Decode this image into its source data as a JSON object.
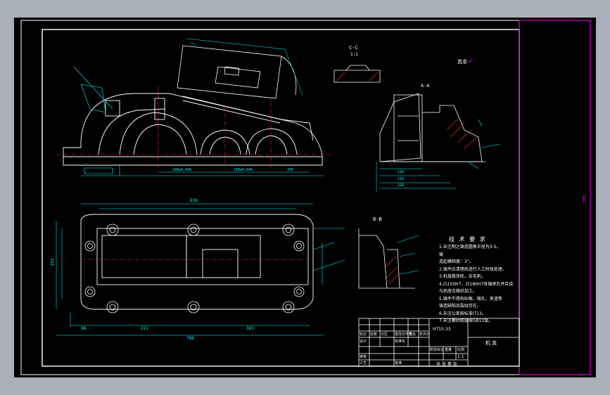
{
  "drawing": {
    "model_no": "HT15-33",
    "part_name": "机 盖",
    "scale": "1:1",
    "sheet_note": "共 张 第 张",
    "overall_size_label": "395",
    "colors": {
      "background": "#000000",
      "outline": "#ffffff",
      "dimension": "#00ffff",
      "frame_accent": "#ff00ff",
      "hatch": "#ff3030",
      "center_line": "#ff3030",
      "surround": "#aab0ba"
    }
  },
  "views": {
    "section_cc": "C-C",
    "section_cc_scale": "1:1",
    "section_aa": "A-A",
    "section_bb": "B-B",
    "roughness_note": "其余"
  },
  "dimensions": {
    "bottom_total": "786",
    "bottom_left": "98",
    "bottom_mid": "221",
    "bottom_right": "381",
    "top_total": "636",
    "height_left": "252",
    "aa_width_1": "120",
    "aa_width_2": "210",
    "aa_width_3": "228",
    "front_span_1": "180±0.045",
    "front_span_2": "150±0.045",
    "front_span_3": "245"
  },
  "tech_requirements": {
    "title": "技 术 要 求",
    "items": [
      "1.未注明之铸造圆角半径为3-5。",
      "铸",
      "   造起模斜度：3°。",
      "2.铸件应清理后进行人工时效处理。",
      "3.机盖做涂底，去毛刺。",
      "4.凸150H7、凸180H7各轴承孔并且成",
      "   与机座合箱后加工。",
      "5.铸件不得有砂眼、缩孔、夹渣等",
      "   铸造缺陷及裂纹存在。",
      "6.未注公差按标准IT13。",
      "7.未注螺纹精度按GB11级。"
    ]
  },
  "title_block": {
    "row_labels": [
      "标记",
      "处数",
      "分区",
      "更改文件号",
      "签名",
      "年月日"
    ],
    "design": "设计",
    "standard": "标准化",
    "stage_mark": "阶段标记",
    "weight": "重量",
    "scale_label": "比例",
    "review": "审核",
    "process": "工艺",
    "approve": "批准"
  }
}
